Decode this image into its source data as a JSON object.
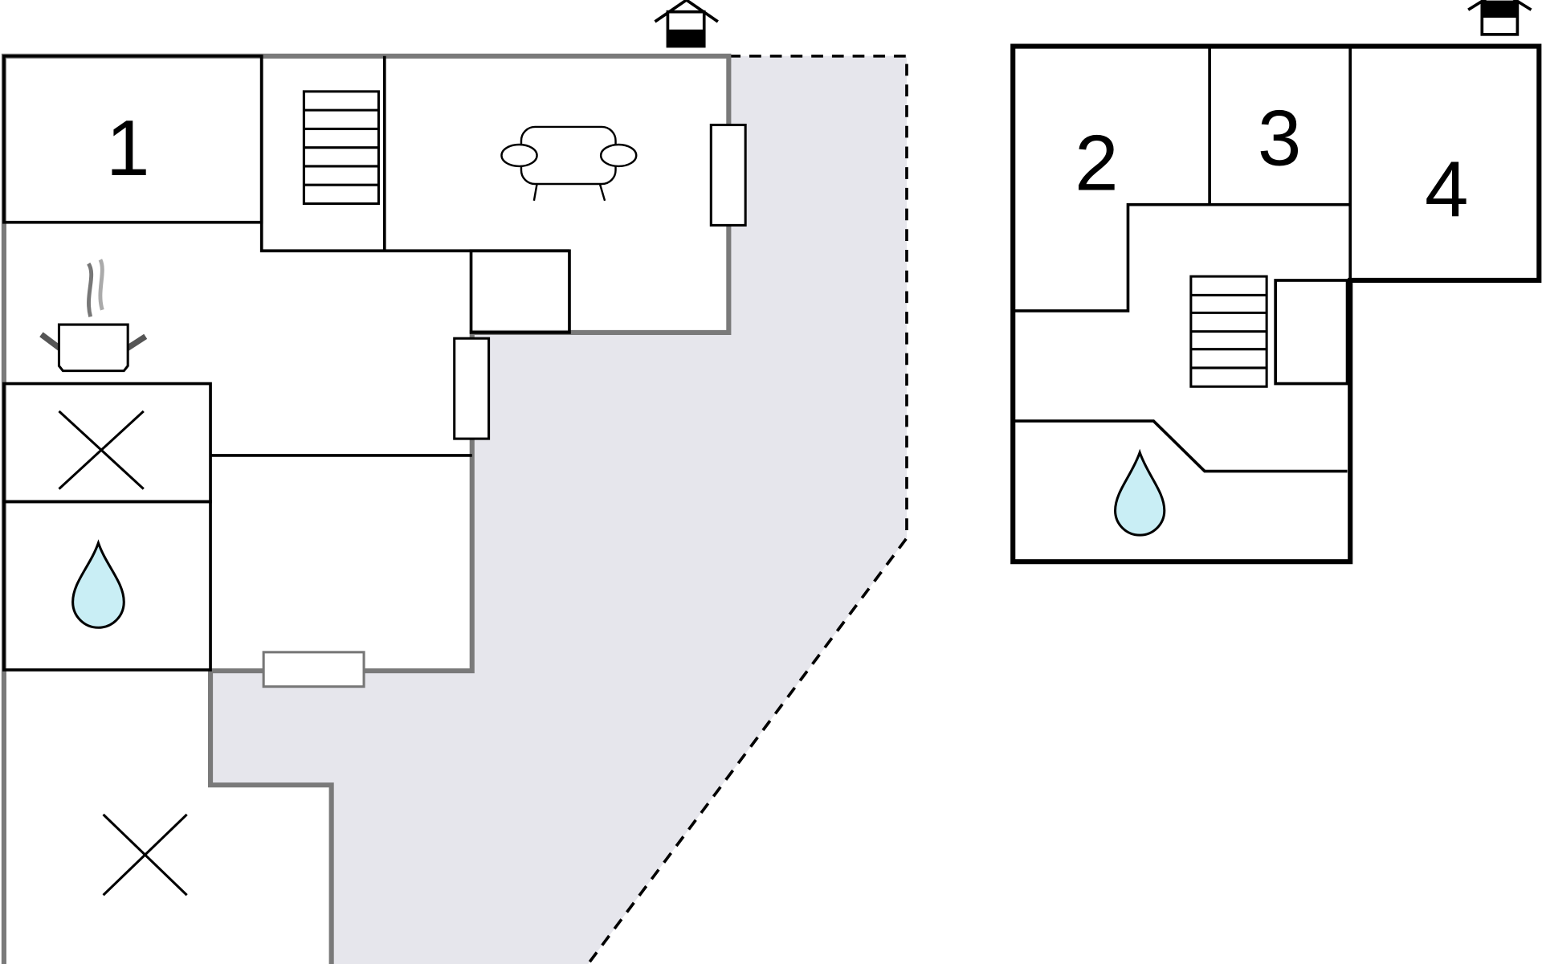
{
  "rooms": {
    "r1": "1",
    "r2": "2",
    "r3": "3",
    "r4": "4"
  },
  "colors": {
    "terrace": "#e6e6ec",
    "water": "#c9eef5",
    "outer_wall": "#7a7a7a",
    "inner_wall": "#000000"
  },
  "icons": [
    "house-entrance-icon",
    "stairs-icon",
    "sofa-icon",
    "cooking-pot-icon",
    "bed-cross-icon",
    "water-drop-icon",
    "window-icon"
  ]
}
